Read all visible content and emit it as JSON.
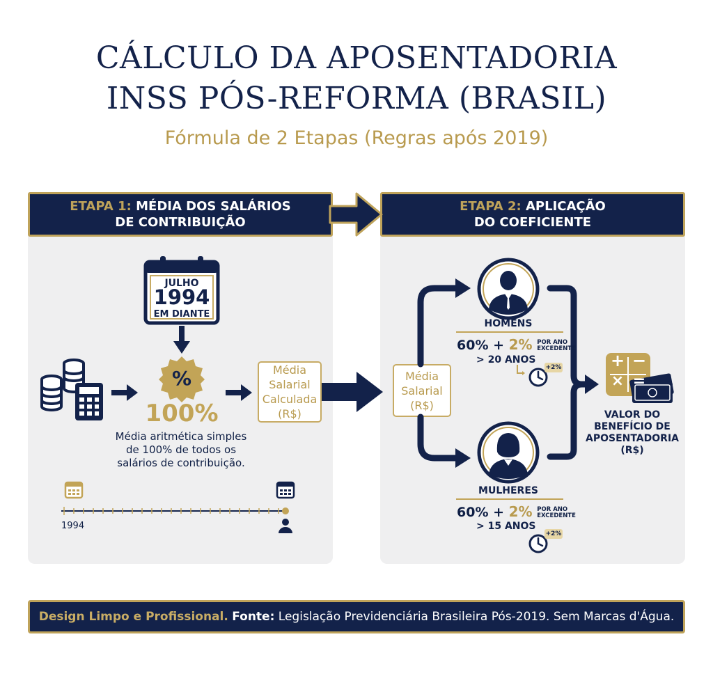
{
  "header": {
    "title_line1": "CÁLCULO DA APOSENTADORIA",
    "title_line2": "INSS PÓS-REFORMA (BRASIL)",
    "subtitle": "Fórmula de 2 Etapas (Regras após 2019)"
  },
  "stage1": {
    "heading_prefix": "ETAPA 1:",
    "heading_rest": "MÉDIA DOS SALÁRIOS",
    "heading_line2": "DE CONTRIBUIÇÃO",
    "calendar_month": "JULHO",
    "calendar_year": "1994",
    "calendar_sub": "EM DIANTE",
    "percent_symbol": "%",
    "percent_value": "100%",
    "description_l1": "Média aritmética simples",
    "description_l2": "de 100% de todos os",
    "description_l3": "salários de contribuição.",
    "result_l1": "Média",
    "result_l2": "Salarial",
    "result_l3": "Calculada",
    "result_l4": "(R$)",
    "timeline_start": "1994"
  },
  "stage2": {
    "heading_prefix": "ETAPA 2:",
    "heading_rest": "APLICAÇÃO",
    "heading_line2": "DO COEFICIENTE",
    "input_l1": "Média",
    "input_l2": "Salarial",
    "input_l3": "(R$)",
    "men": {
      "label": "HOMENS",
      "base": "60% +",
      "increment": "2%",
      "per_year_l1": "POR ANO",
      "per_year_l2": "EXCEDENTE",
      "threshold": "> 20 ANOS",
      "badge": "+2%"
    },
    "women": {
      "label": "MULHERES",
      "base": "60% +",
      "increment": "2%",
      "per_year_l1": "POR ANO",
      "per_year_l2": "EXCEDENTE",
      "threshold": "> 15 ANOS",
      "badge": "+2%"
    },
    "result_l1": "VALOR DO",
    "result_l2": "BENEFÍCIO DE",
    "result_l3": "APOSENTADORIA",
    "result_l4": "(R$)",
    "calc_plus": "+",
    "calc_minus": "−",
    "calc_times": "×",
    "calc_equals": "="
  },
  "footer": {
    "part1": "Design Limpo e Profissional.",
    "part2": "Fonte:",
    "part3": "Legislação Previdenciária Brasileira Pós-2019. Sem Marcas d'Água."
  },
  "colors": {
    "navy": "#13224a",
    "gold": "#bfa35a",
    "panel": "#efeff0"
  }
}
